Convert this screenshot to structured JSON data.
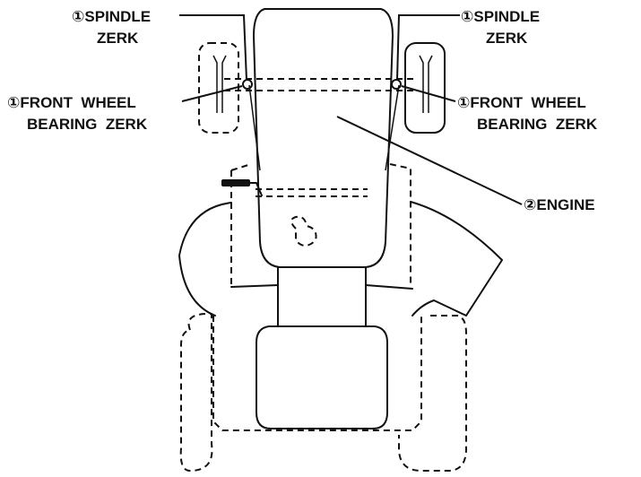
{
  "labels": {
    "spindle_left": {
      "num": "①",
      "line1": "SPINDLE",
      "line2": "ZERK"
    },
    "spindle_right": {
      "num": "①",
      "line1": "SPINDLE",
      "line2": "ZERK"
    },
    "bearing_left": {
      "num": "①",
      "line1": "FRONT  WHEEL",
      "line2": "BEARING  ZERK"
    },
    "bearing_right": {
      "num": "①",
      "line1": "FRONT  WHEEL",
      "line2": "BEARING  ZERK"
    },
    "engine": {
      "num": "②",
      "text": "ENGINE"
    }
  },
  "colors": {
    "line": "#111111",
    "background": "#ffffff"
  }
}
